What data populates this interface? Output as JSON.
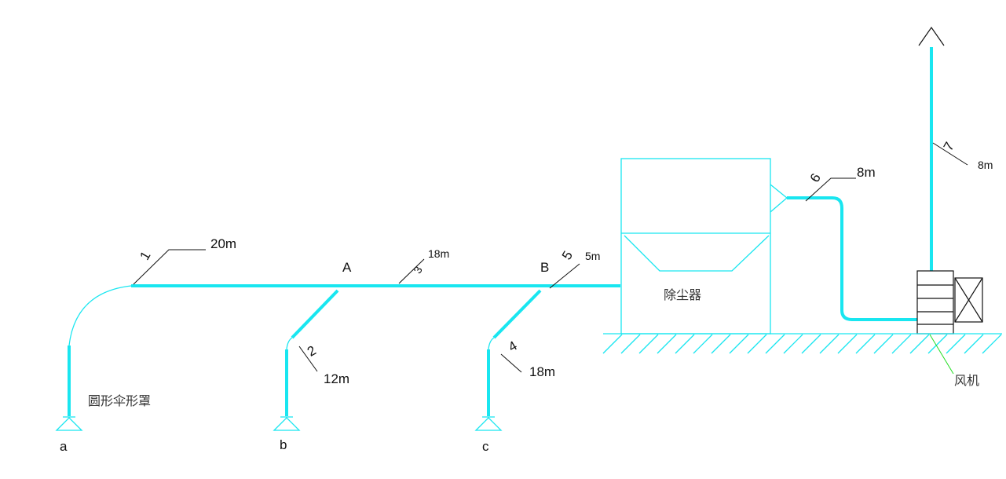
{
  "nodes": {
    "a": "a",
    "b": "b",
    "c": "c",
    "A": "A",
    "B": "B"
  },
  "segments": [
    {
      "id": "1",
      "length": "20m"
    },
    {
      "id": "2",
      "length": "12m"
    },
    {
      "id": "3",
      "length": "18m"
    },
    {
      "id": "4",
      "length": "18m"
    },
    {
      "id": "5",
      "length": "5m"
    },
    {
      "id": "6",
      "length": "8m"
    },
    {
      "id": "7",
      "length": "8m"
    }
  ],
  "labels": {
    "hood": "圆形伞形罩",
    "collector": "除尘器",
    "fan": "风机"
  },
  "colors": {
    "duct": "#19e6f0",
    "leader": "#111111",
    "fan_leader": "#22dd22"
  }
}
